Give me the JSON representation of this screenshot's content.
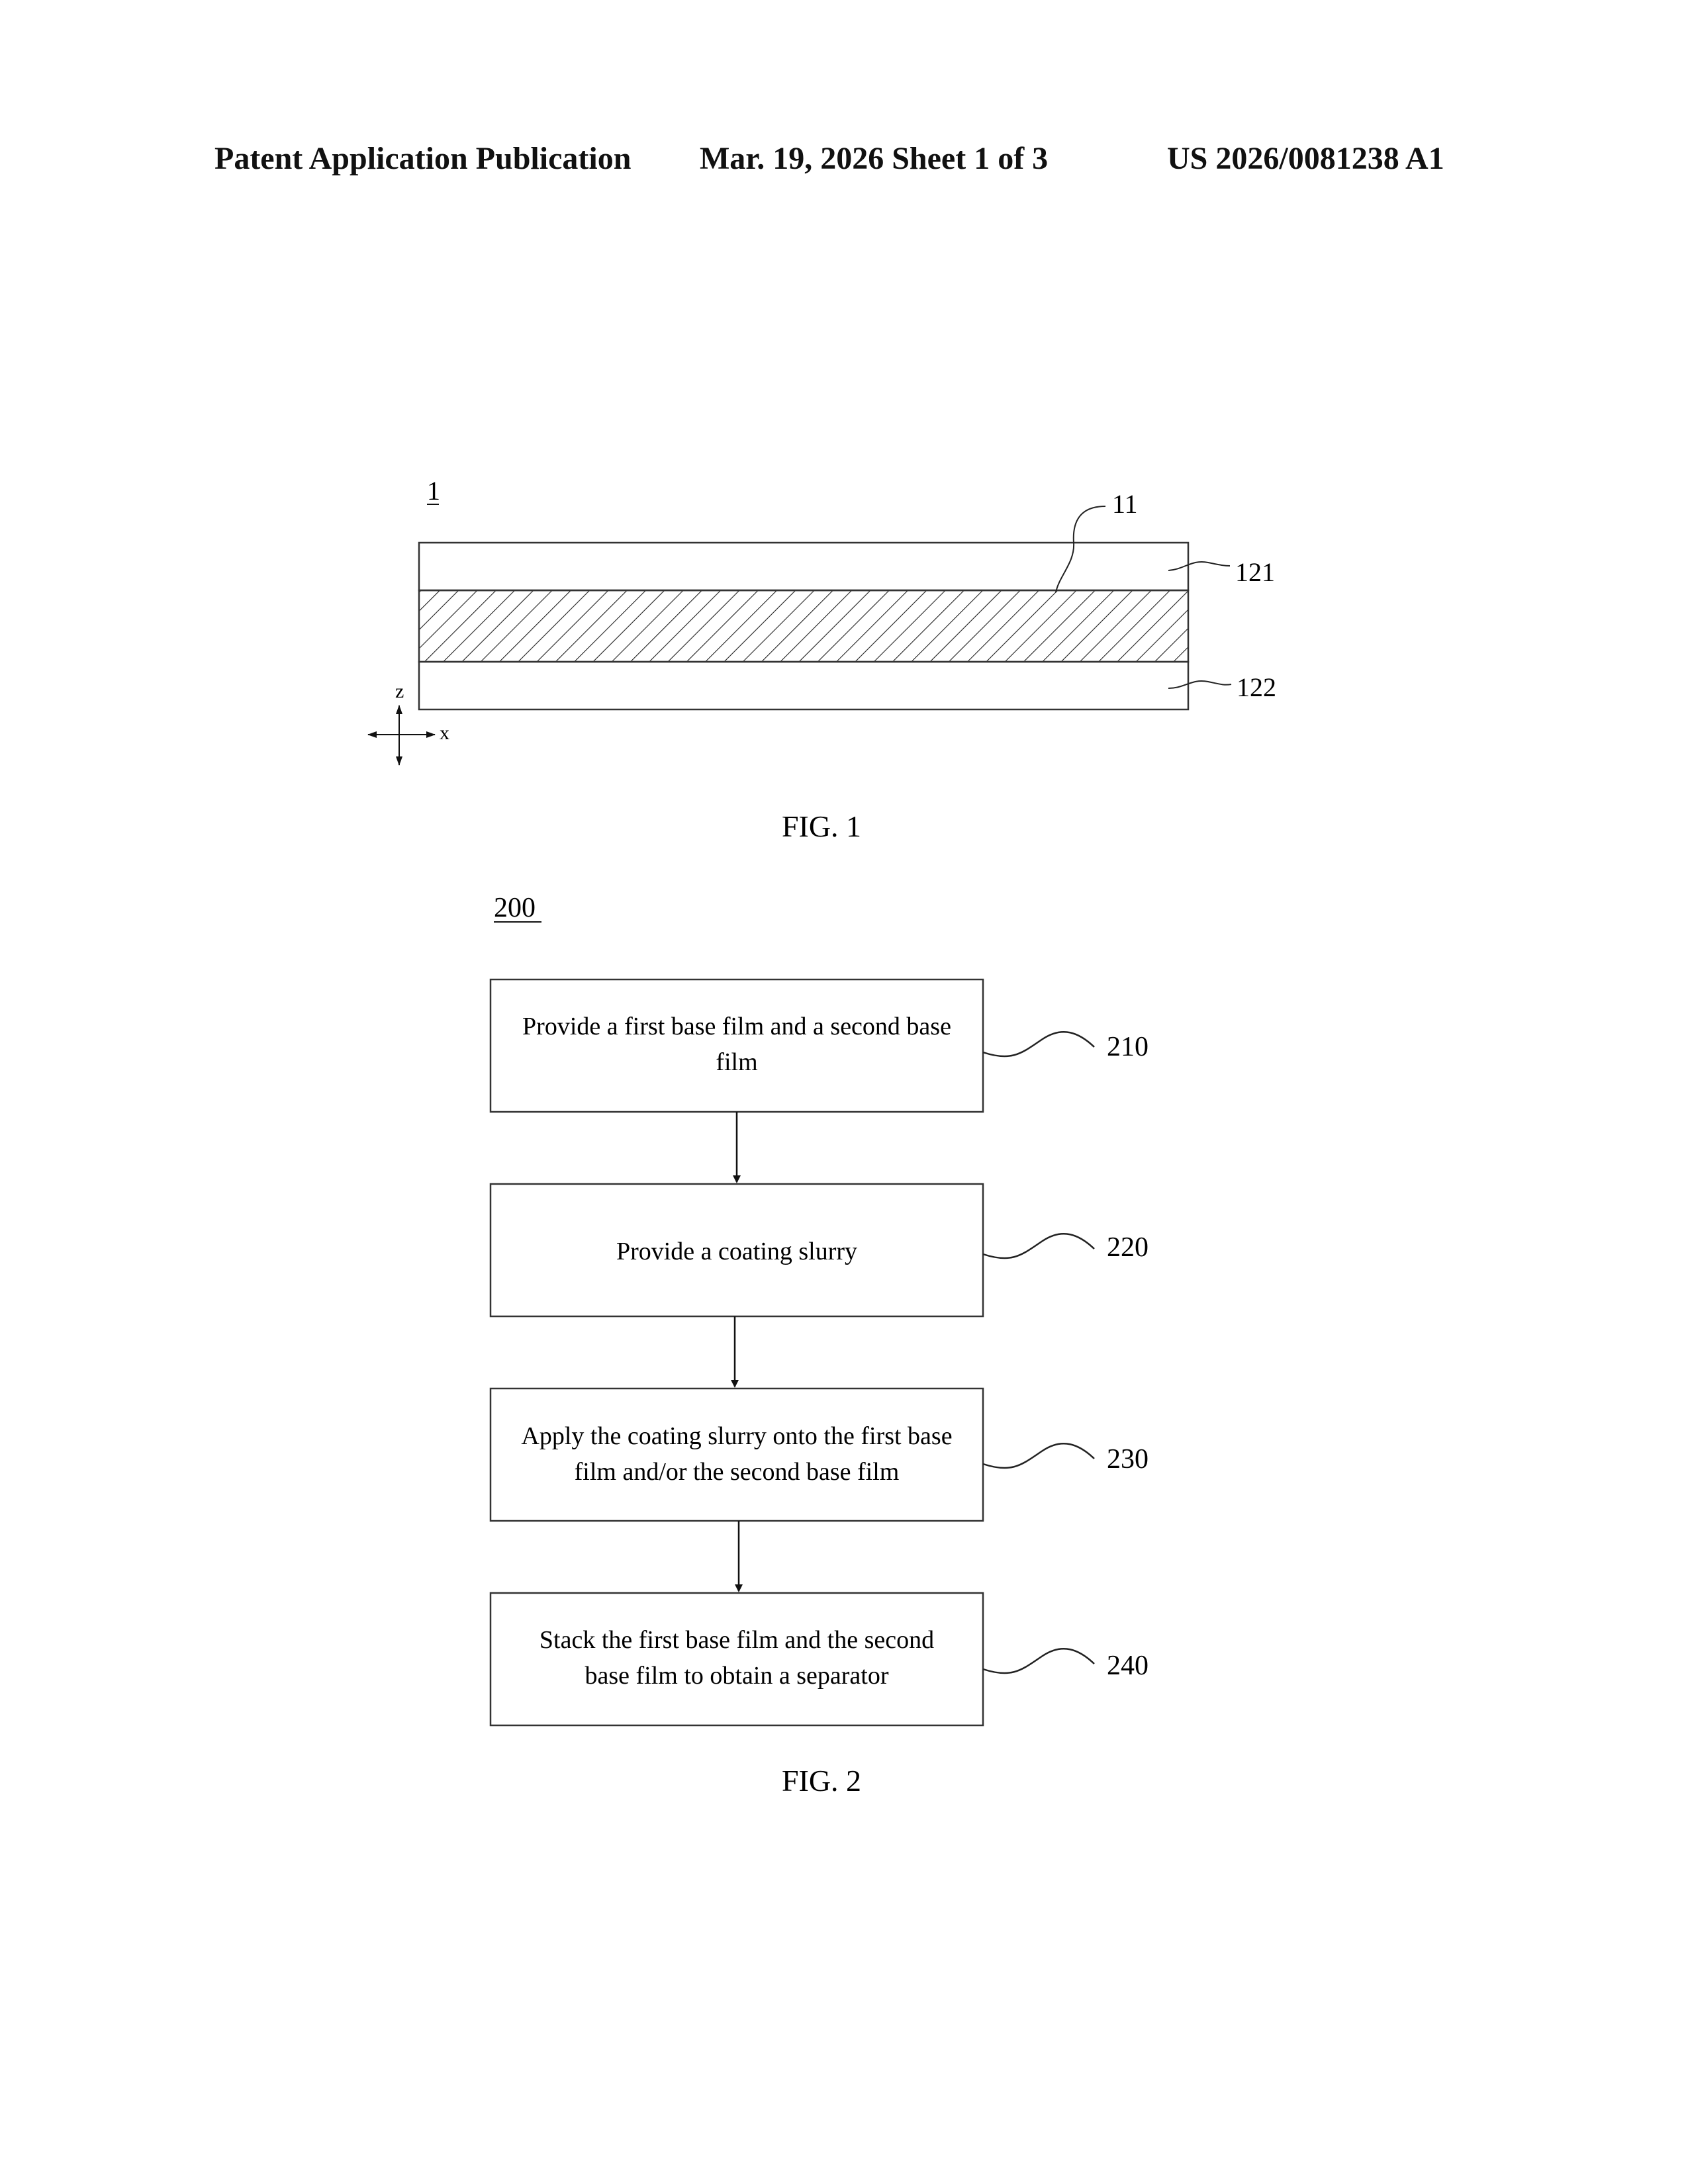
{
  "header": {
    "left": "Patent Application Publication",
    "middle": "Mar. 19, 2026  Sheet 1 of 3",
    "right": "US 2026/0081238 A1"
  },
  "fig1": {
    "ref_main": "1",
    "ref_middle": "11",
    "ref_top": "121",
    "ref_bottom": "122",
    "axis_z": "z",
    "axis_x": "x",
    "caption": "FIG. 1"
  },
  "fig2": {
    "ref_main": "200",
    "caption": "FIG. 2",
    "steps": [
      {
        "ref": "210",
        "line1": "Provide a first base film and a second base",
        "line2": "film"
      },
      {
        "ref": "220",
        "line1": "Provide a coating slurry",
        "line2": ""
      },
      {
        "ref": "230",
        "line1": "Apply the coating slurry onto the first base",
        "line2": "film and/or the second base film"
      },
      {
        "ref": "240",
        "line1": "Stack the first base film and the second",
        "line2": "base film to obtain a separator"
      }
    ]
  }
}
